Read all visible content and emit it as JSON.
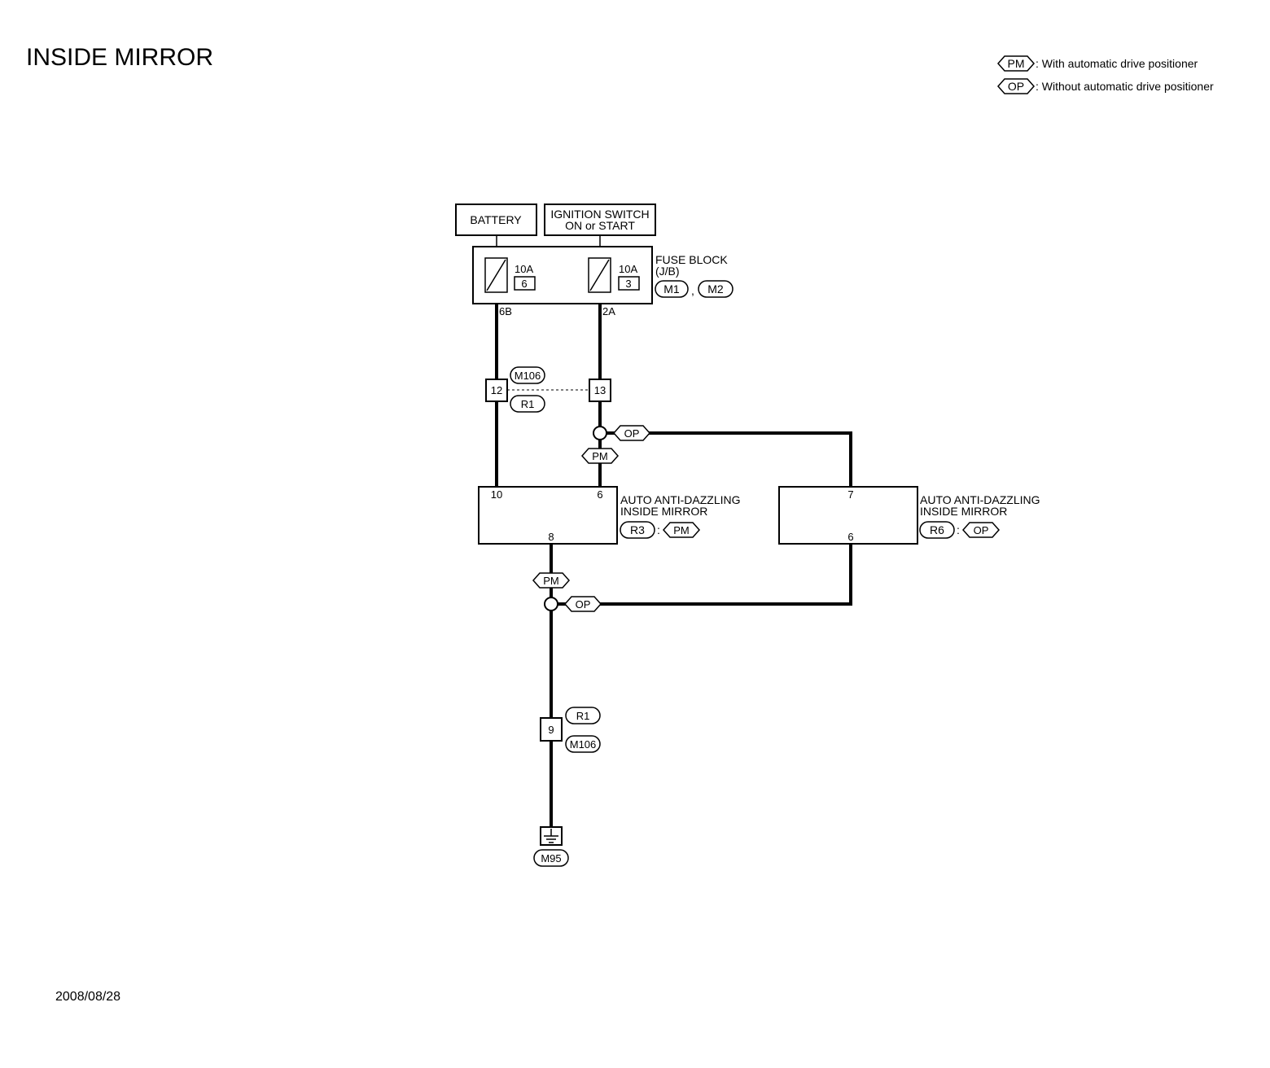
{
  "title": "INSIDE MIRROR",
  "date": "2008/08/28",
  "legend": [
    {
      "tag": "PM",
      "text": ": With automatic drive positioner"
    },
    {
      "tag": "OP",
      "text": ": Without automatic drive positioner"
    }
  ],
  "power": {
    "battery": "BATTERY",
    "ignition_line1": "IGNITION SWITCH",
    "ignition_line2": "ON or START"
  },
  "fuse_block": {
    "label_line1": "FUSE BLOCK",
    "label_line2": "(J/B)",
    "connector1": "M1",
    "comma": ",",
    "connector2": "M2",
    "fuse_left_rating": "10A",
    "fuse_left_number": "6",
    "fuse_right_rating": "10A",
    "fuse_right_number": "3",
    "terminal_left": "6B",
    "terminal_right": "2A"
  },
  "joint_connector": {
    "terminal_left": "12",
    "terminal_right": "13",
    "conn_top": "M106",
    "conn_bottom": "R1"
  },
  "option_tags": {
    "op_upper": "OP",
    "pm_upper": "PM",
    "pm_lower": "PM",
    "op_lower": "OP"
  },
  "mirror_pm": {
    "name_line1": "AUTO ANTI-DAZZLING",
    "name_line2": "INSIDE MIRROR",
    "connector": "R3",
    "colon": ":",
    "option": "PM",
    "pin_10": "10",
    "pin_6": "6",
    "pin_8": "8"
  },
  "mirror_op": {
    "name_line1": "AUTO ANTI-DAZZLING",
    "name_line2": "INSIDE MIRROR",
    "connector": "R6",
    "colon": ":",
    "option": "OP",
    "pin_7": "7",
    "pin_6": "6"
  },
  "ground_joint": {
    "terminal": "9",
    "conn_top": "R1",
    "conn_bottom": "M106"
  },
  "ground": {
    "connector": "M95"
  }
}
